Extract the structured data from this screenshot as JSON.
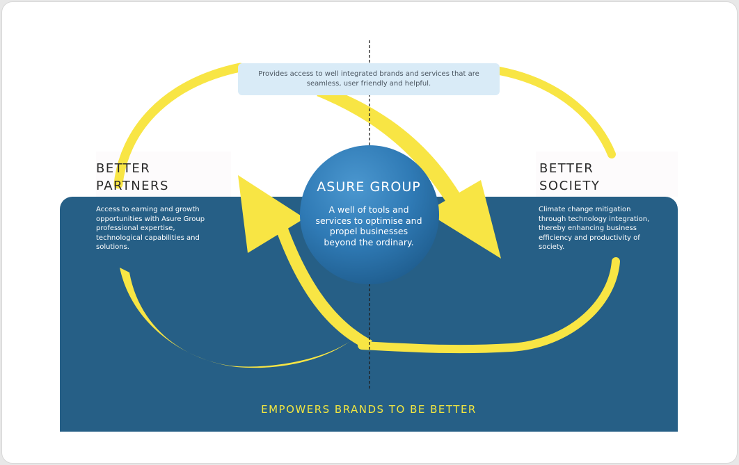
{
  "top_note": {
    "line1": "Provides access to well integrated brands and services that are",
    "line2": "seamless, user friendly and helpful."
  },
  "left": {
    "heading_line1": "BETTER",
    "heading_line2": "PARTNERS",
    "desc": [
      "Access to earning and growth",
      "opportunities with Asure Group",
      "professional expertise,",
      "technological capabilities and",
      "solutions."
    ]
  },
  "right": {
    "heading_line1": "BETTER",
    "heading_line2": "SOCIETY",
    "desc": [
      "Climate change mitigation",
      "through technology integration,",
      "thereby enhancing business",
      "efficiency and productivity of",
      "society."
    ]
  },
  "center": {
    "title": "ASURE GROUP",
    "desc": [
      "A well of tools and",
      "services to optimise and",
      "propel businesses",
      "beyond the ordinary."
    ]
  },
  "tagline": "EMPOWERS BRANDS TO BE BETTER",
  "colors": {
    "panel": "#265f86",
    "accent_yellow": "#f8e544",
    "sphere": "#2f7ab5",
    "note_bg": "#d9ebf7"
  }
}
